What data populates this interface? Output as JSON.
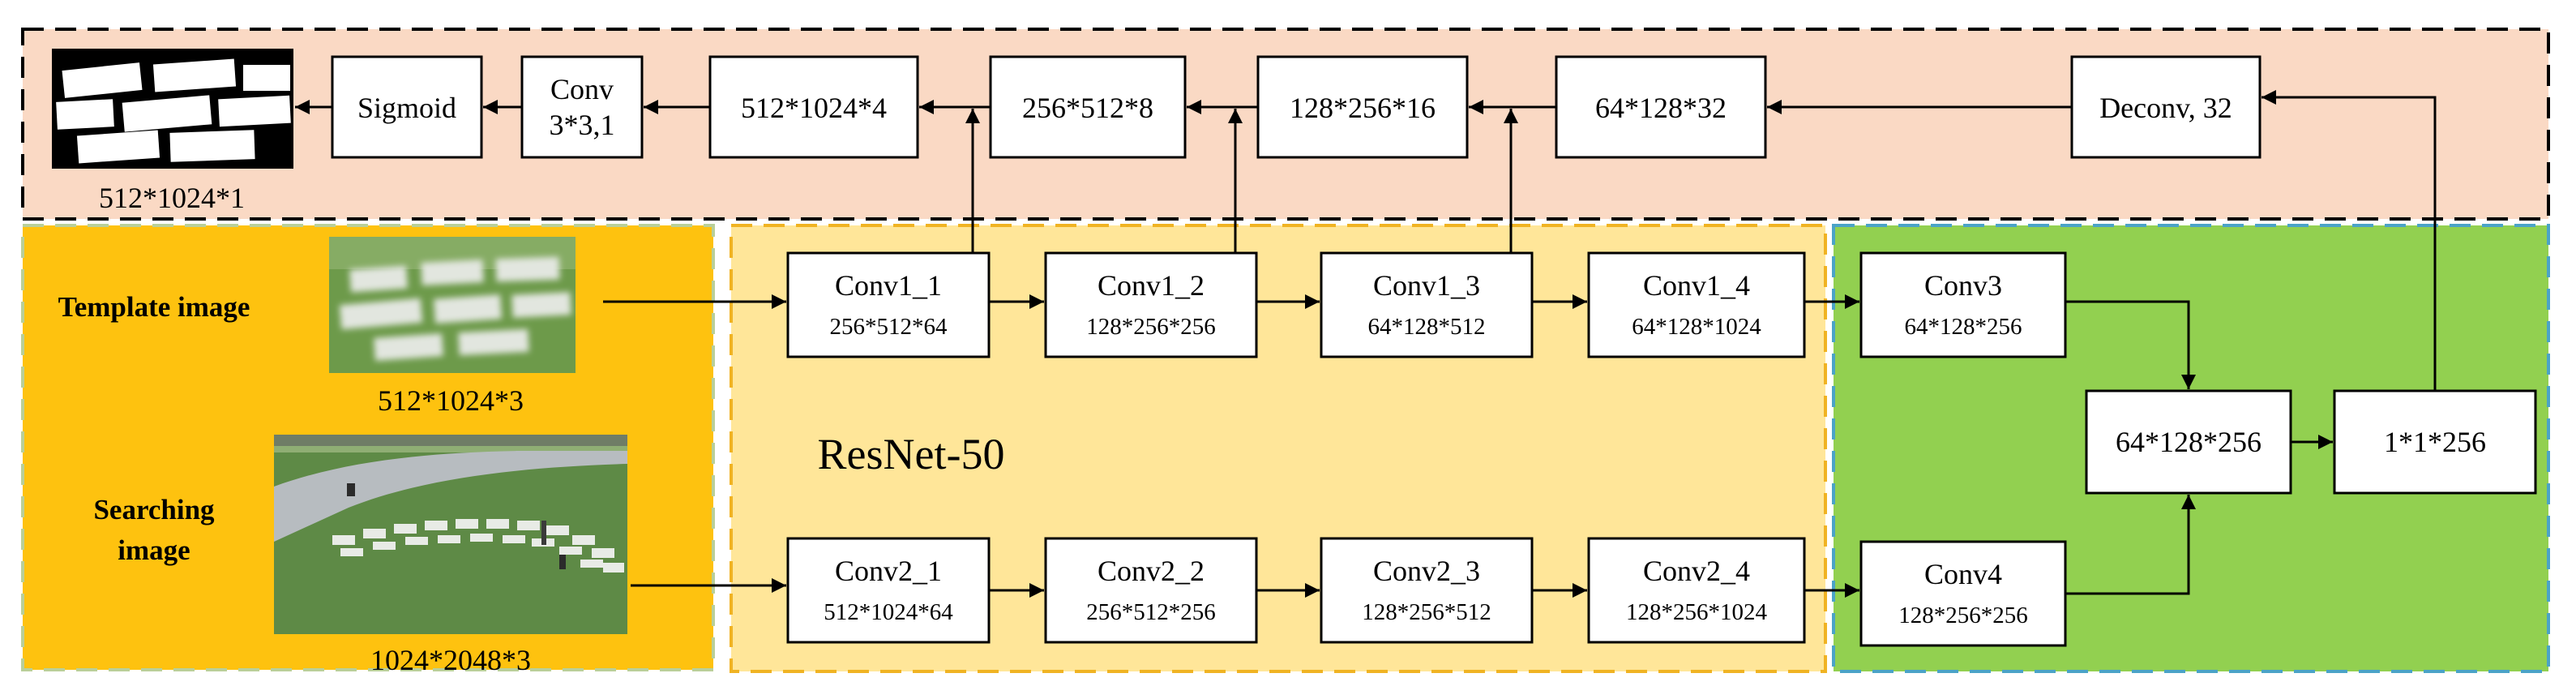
{
  "colors": {
    "decoder_bg": "#fad9c4",
    "input_bg": "#fec20f",
    "resnet_bg": "#ffe699",
    "head_bg": "#92d050",
    "resnet_border": "#f0b323",
    "head_border": "#4ba3c7",
    "input_border": "#b9cf9a"
  },
  "decoder": {
    "output_size": "512*1024*1",
    "sigmoid": "Sigmoid",
    "conv_line1": "Conv",
    "conv_line2": "3*3,1",
    "f1": "512*1024*4",
    "f2": "256*512*8",
    "f3": "128*256*16",
    "f4": "64*128*32",
    "deconv": "Deconv, 32"
  },
  "inputs": {
    "template_label": "Template image",
    "template_size": "512*1024*3",
    "search_label_1": "Searching",
    "search_label_2": "image",
    "search_size": "1024*2048*3"
  },
  "resnet": {
    "label": "ResNet-50",
    "branch1": [
      {
        "name": "Conv1_1",
        "size": "256*512*64"
      },
      {
        "name": "Conv1_2",
        "size": "128*256*256"
      },
      {
        "name": "Conv1_3",
        "size": "64*128*512"
      },
      {
        "name": "Conv1_4",
        "size": "64*128*1024"
      }
    ],
    "branch2": [
      {
        "name": "Conv2_1",
        "size": "512*1024*64"
      },
      {
        "name": "Conv2_2",
        "size": "256*512*256"
      },
      {
        "name": "Conv2_3",
        "size": "128*256*512"
      },
      {
        "name": "Conv2_4",
        "size": "128*256*1024"
      }
    ]
  },
  "head": {
    "conv3_name": "Conv3",
    "conv3_size": "64*128*256",
    "conv4_name": "Conv4",
    "conv4_size": "128*256*256",
    "merge": "64*128*256",
    "pooled": "1*1*256"
  }
}
